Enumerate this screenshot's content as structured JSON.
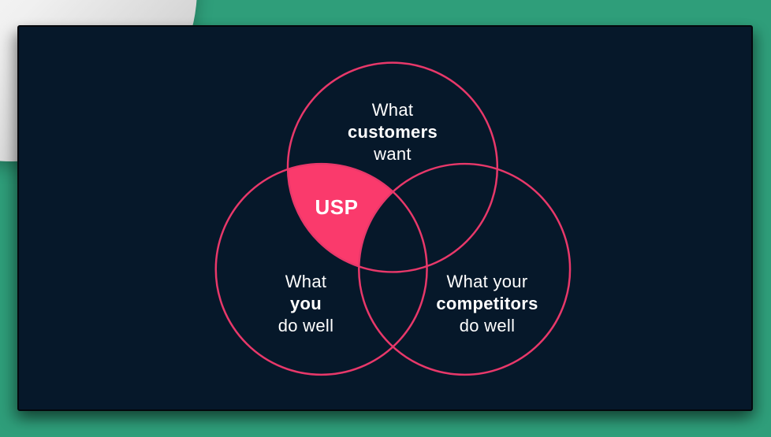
{
  "colors": {
    "canvas_green": "#2f9e7a",
    "slide_background": "#06182a",
    "intersection_fill_pink": "#fa3a6c",
    "circle_stroke_pink": "#e8386a",
    "text_white": "#ffffff",
    "background_shape_white": "#f2f2f2"
  },
  "diagram": {
    "type": "venn",
    "circles": [
      {
        "id": "customers",
        "label_lines": [
          "What",
          "customers",
          "want"
        ],
        "bold_word": "customers"
      },
      {
        "id": "you",
        "label_lines": [
          "What",
          "you",
          "do well"
        ],
        "bold_word": "you"
      },
      {
        "id": "competitors",
        "label_lines": [
          "What your",
          "competitors",
          "do well"
        ],
        "bold_word": "competitors"
      }
    ],
    "intersection_label": "USP",
    "intersection_of": [
      "What customers want",
      "What you do well"
    ]
  }
}
